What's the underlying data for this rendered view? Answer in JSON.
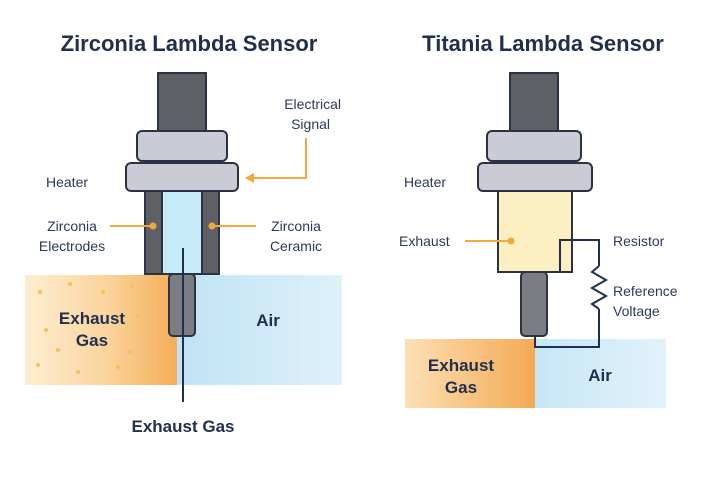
{
  "zirconia": {
    "title": "Zirconia Lambda Sensor",
    "labels": {
      "electrical_line1": "Electrical",
      "electrical_line2": "Signal",
      "heater": "Heater",
      "electrodes_line1": "Zirconia",
      "electrodes_line2": "Electrodes",
      "ceramic_line1": "Zirconia",
      "ceramic_line2": "Ceramic",
      "exhaust_gas_line1": "Exhaust",
      "exhaust_gas_line2": "Gas",
      "air": "Air",
      "exhaust_gas_bottom": "Exhaust Gas"
    }
  },
  "titania": {
    "title": "Titania Lambda Sensor",
    "labels": {
      "heater": "Heater",
      "exhaust": "Exhaust",
      "resistor": "Resistor",
      "reference_line1": "Reference",
      "reference_line2": "Voltage",
      "exhaust_gas_line1": "Exhaust",
      "exhaust_gas_line2": "Gas",
      "air": "Air"
    }
  },
  "colors": {
    "outline": "#2b3245",
    "sensor_gray": "#c9ccd4",
    "rod_gray": "#5f6066",
    "zirconia_core": "#c6eaf7",
    "titania_core": "#fcefc2",
    "exhaust_orange": "#f6b35f",
    "air_blue": "#cde9f7",
    "pointer_orange": "#eeaa3a"
  }
}
